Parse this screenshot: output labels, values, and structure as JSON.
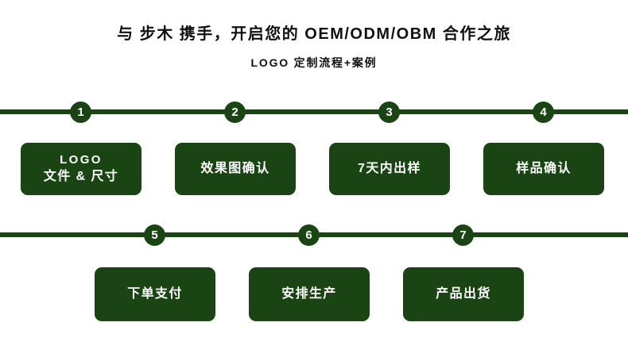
{
  "heading": {
    "title": "与 步木 携手，开启您的 OEM/ODM/OBM 合作之旅",
    "subtitle": "LOGO 定制流程+案例"
  },
  "theme": {
    "brand_green": "#1a4413",
    "background": "#ffffff",
    "text_dark": "#111111",
    "text_light": "#ffffff"
  },
  "timeline": {
    "rows": [
      {
        "row_label": "row-1",
        "steps": [
          {
            "number": "1",
            "lines": [
              "LOGO",
              "文件 & 尺寸"
            ]
          },
          {
            "number": "2",
            "lines": [
              "效果图确认"
            ]
          },
          {
            "number": "3",
            "lines": [
              "7天内出样"
            ]
          },
          {
            "number": "4",
            "lines": [
              "样品确认"
            ]
          }
        ]
      },
      {
        "row_label": "row-2",
        "steps": [
          {
            "number": "5",
            "lines": [
              "下单支付"
            ]
          },
          {
            "number": "6",
            "lines": [
              "安排生产"
            ]
          },
          {
            "number": "7",
            "lines": [
              "产品出货"
            ]
          }
        ]
      }
    ]
  }
}
